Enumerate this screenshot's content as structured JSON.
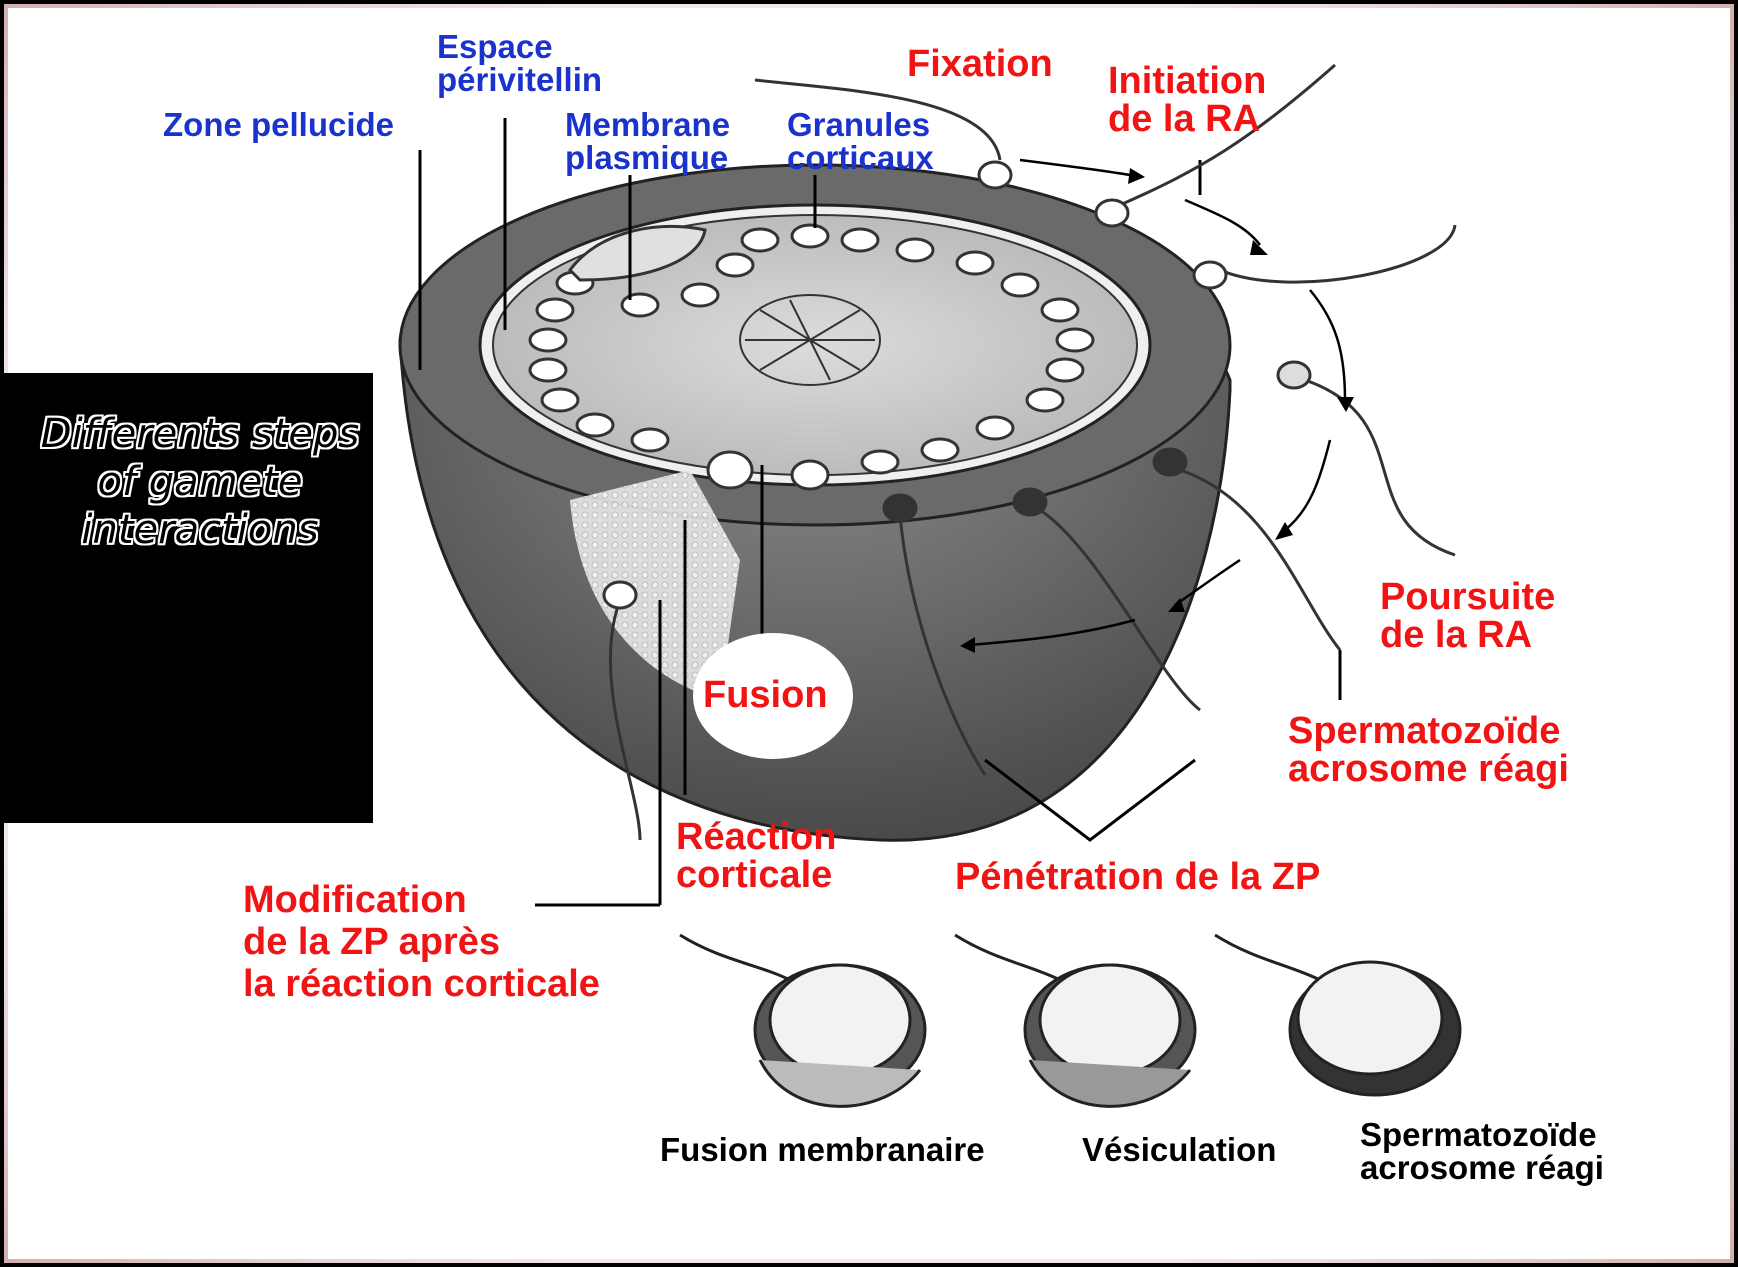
{
  "side_title": [
    "Differents steps",
    "of gamete",
    "interactions"
  ],
  "labels_blue": {
    "zone_pellucide": "Zone pellucide",
    "espace_perivitellin": [
      "Espace",
      "périvitellin"
    ],
    "membrane_plasmique": [
      "Membrane",
      "plasmique"
    ],
    "granules_corticaux": [
      "Granules",
      "corticaux"
    ]
  },
  "labels_red": {
    "fixation": "Fixation",
    "initiation": [
      "Initiation",
      "de la RA"
    ],
    "poursuite": [
      "Poursuite",
      "de la RA"
    ],
    "spermatozoide": [
      "Spermatozoïde",
      "acrosome réagi"
    ],
    "fusion": "Fusion",
    "reaction_corticale": [
      "Réaction",
      "corticale"
    ],
    "penetration": "Pénétration de la ZP",
    "modification": [
      "Modification",
      "de la ZP après",
      "la réaction corticale"
    ]
  },
  "labels_black": {
    "fusion_membranaire": "Fusion membranaire",
    "vesiculation": "Vésiculation",
    "spermatozoide_reagi": [
      "Spermatozoïde",
      "acrosome réagi"
    ]
  },
  "colors": {
    "blue": "#1a33cc",
    "red": "#f01414",
    "panel": "#000000"
  }
}
